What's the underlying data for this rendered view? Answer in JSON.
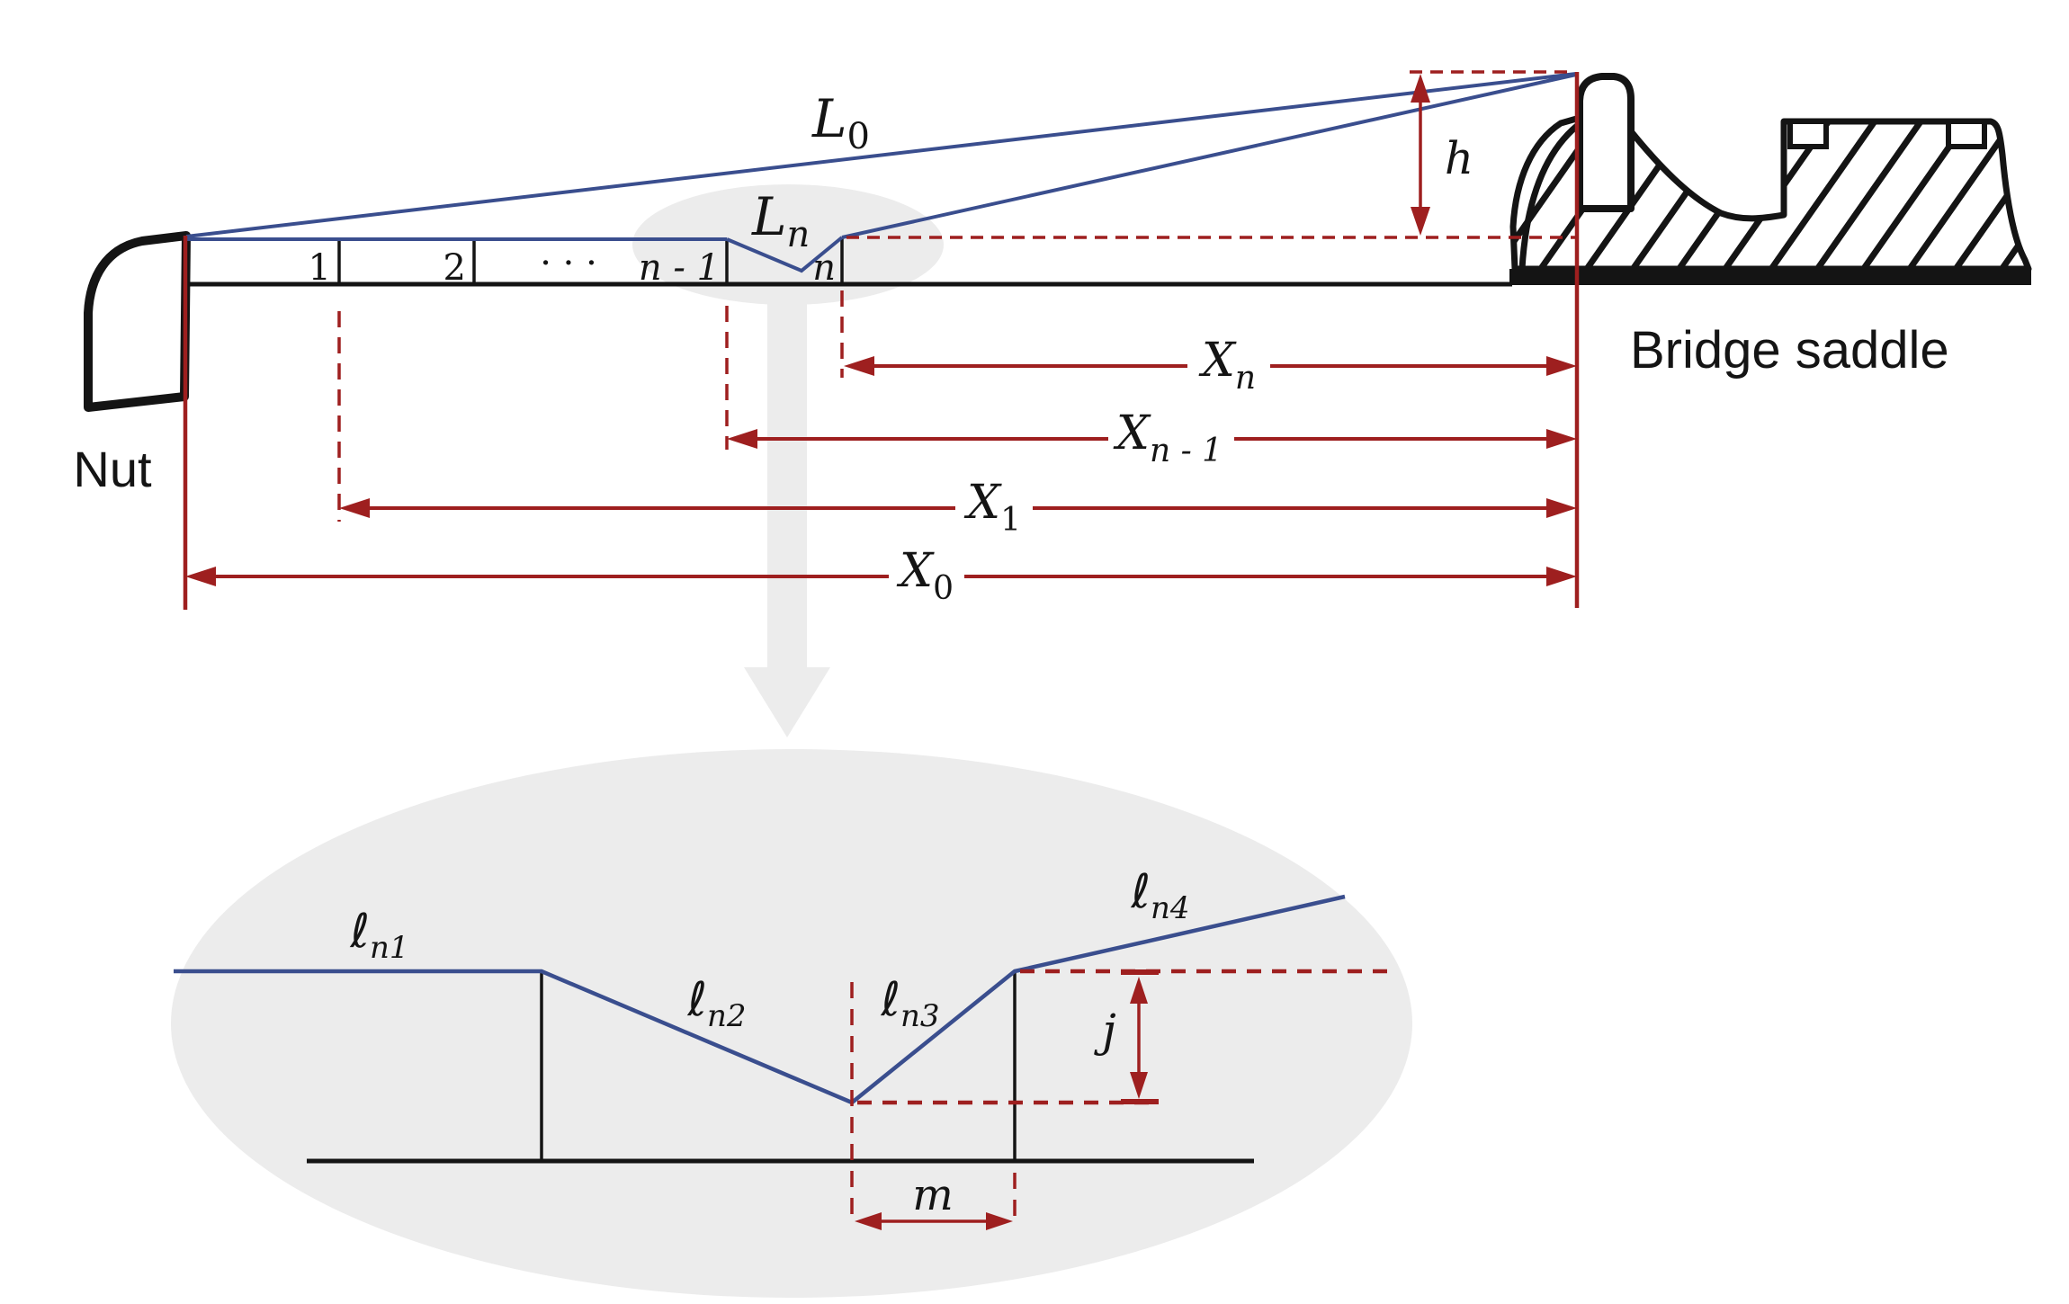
{
  "figure": {
    "description": "Guitar string intonation geometry diagram",
    "colors": {
      "string_blue": "#3a4e8e",
      "dimension_red": "#9e1f1f",
      "highlight_gray": "#ececec",
      "ink_black": "#141414"
    },
    "top_diagram": {
      "nut_label": "Nut",
      "bridge_label": "Bridge saddle",
      "open_string_length": {
        "base": "L",
        "sub": "0"
      },
      "fretted_string_length": {
        "base": "L",
        "sub": "n"
      },
      "saddle_height_label": "h",
      "frets": {
        "f1": "1",
        "f2": "2",
        "dots": "· · ·",
        "f_n_minus_1": "n - 1",
        "f_n": "n"
      },
      "dimensions": {
        "Xn": {
          "base": "X",
          "sub": "n"
        },
        "Xn1": {
          "base": "X",
          "sub": "n - 1"
        },
        "X1": {
          "base": "X",
          "sub": "1"
        },
        "X0": {
          "base": "X",
          "sub": "0"
        }
      }
    },
    "detail_view": {
      "segment_ln1": {
        "base": "ℓ",
        "sub": "n1"
      },
      "segment_ln2": {
        "base": "ℓ",
        "sub": "n2"
      },
      "segment_ln3": {
        "base": "ℓ",
        "sub": "n3"
      },
      "segment_ln4": {
        "base": "ℓ",
        "sub": "n4"
      },
      "rise_label": "j",
      "offset_label": "m"
    }
  }
}
